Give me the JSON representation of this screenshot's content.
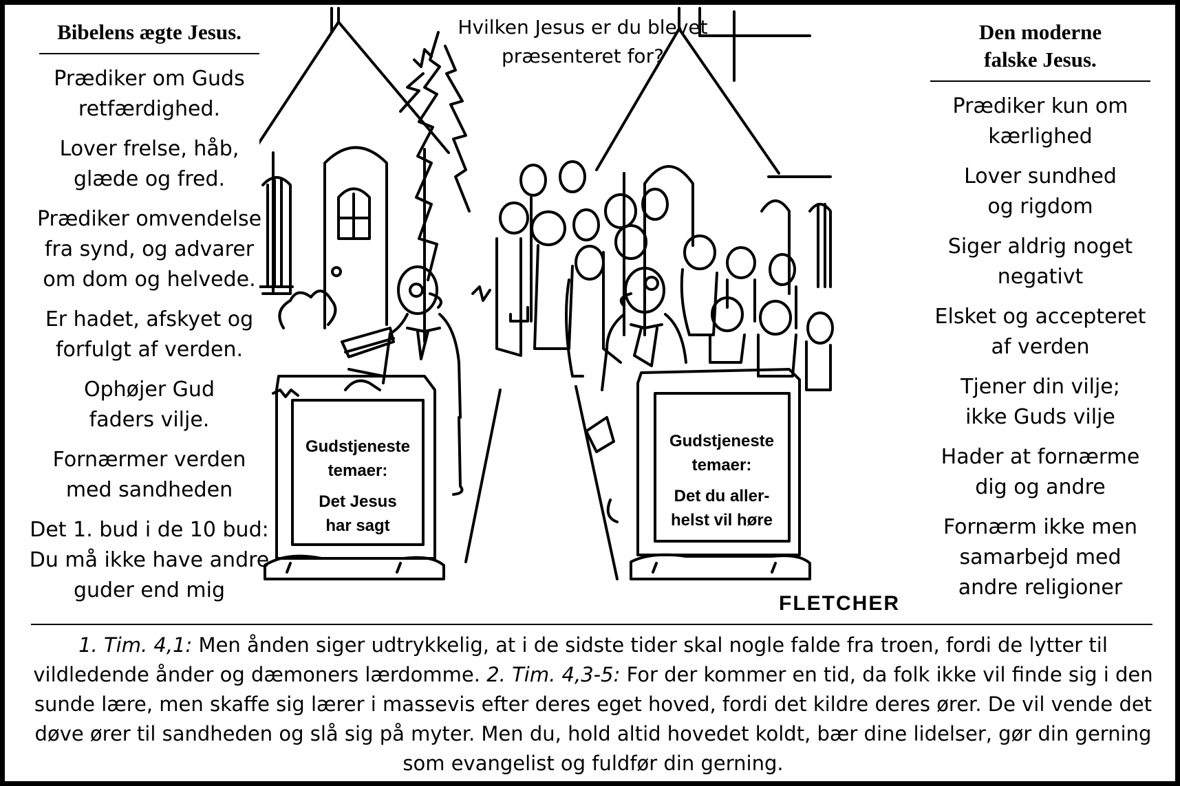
{
  "left_column": {
    "heading": "Bibelens ægte Jesus.",
    "items": [
      "Prædiker om Guds\nretfærdighed.",
      "Lover frelse, håb,\nglæde og fred.",
      "Prædiker omvendelse\nfra synd, og advarer\nom dom og helvede.",
      "Er hadet, afskyet og\nforfulgt af verden.",
      "Ophøjer Gud\nfaders vilje.",
      "Fornærmer verden\nmed sandheden",
      "Det 1. bud i de 10 bud:\nDu må ikke have andre\nguder end mig"
    ]
  },
  "right_column": {
    "heading": "Den moderne\nfalske Jesus.",
    "items": [
      "Prædiker kun om\nkærlighed",
      "Lover sundhed\nog rigdom",
      "Siger aldrig noget\nnegativt",
      "Elsket og accepteret\naf verden",
      "Tjener din vilje;\nikke Guds vilje",
      "Hader at fornærme\ndig og andre",
      "Fornærm ikke men\nsamarbejd med\nandre religioner"
    ]
  },
  "cartoon": {
    "question": "Hvilken Jesus er du blevet\npræsenteret for?",
    "left_sign": {
      "line1": "Gudstjeneste",
      "line2": "temaer:",
      "line3": "Det Jesus",
      "line4": "har sagt"
    },
    "right_sign": {
      "line1": "Gudstjeneste",
      "line2": "temaer:",
      "line3": "Det du aller-",
      "line4": "helst vil høre"
    },
    "signature": "FLETCHER"
  },
  "footer": {
    "ref1": "1. Tim. 4,1:",
    "text1": " Men ånden siger udtrykkelig, at i de sidste tider skal nogle falde fra troen, fordi de lytter til vildledende ånder og dæmoners lærdomme. ",
    "ref2": "2. Tim. 4,3-5:",
    "text2": " For der kommer en tid, da folk ikke vil finde sig i den sunde lære, men skaffe sig lærer i massevis efter deres eget hoved, fordi det kildre deres ører. De vil vende det døve ører til sandheden og slå sig på myter. Men du, hold altid hovedet koldt, bær dine lidelser, gør din gerning som evangelist og fuldfør din gerning."
  }
}
